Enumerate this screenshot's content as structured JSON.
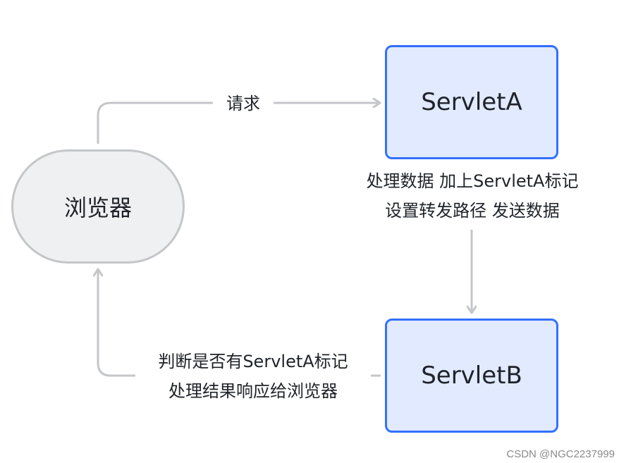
{
  "nodes": {
    "browser": "浏览器",
    "servlet_a": "ServletA",
    "servlet_b": "ServletB"
  },
  "edges": {
    "request": "请求",
    "process": {
      "line1": "处理数据 加上ServletA标记",
      "line2": "设置转发路径 发送数据"
    },
    "judge": {
      "line1": "判断是否有ServletA标记",
      "line2": "处理结果响应给浏览器"
    }
  },
  "colors": {
    "servlet_fill": "#e1eaff",
    "servlet_border": "#3370ff",
    "browser_fill": "#eff0f1",
    "browser_border": "#c4c6c9",
    "connector": "#c4c6c9"
  },
  "watermark": "CSDN @NGC2237999"
}
